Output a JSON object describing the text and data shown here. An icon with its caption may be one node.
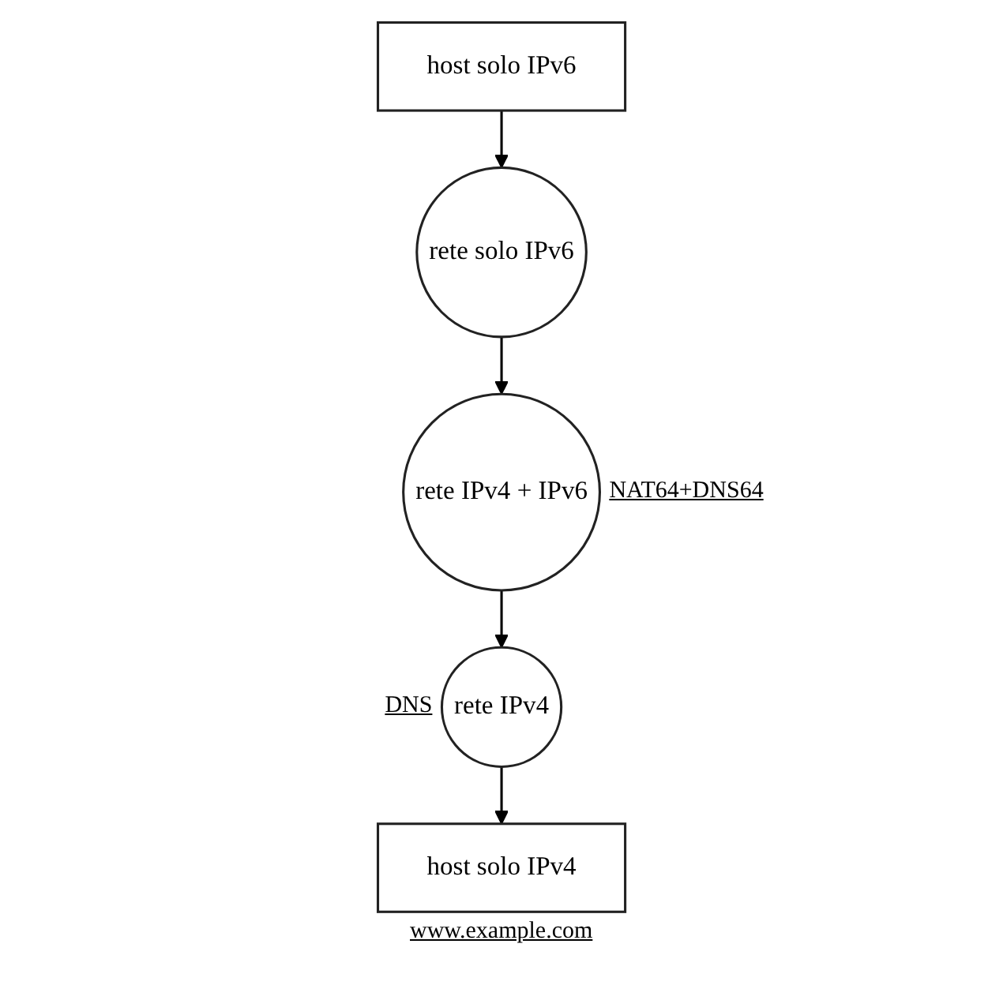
{
  "diagram": {
    "nodes": [
      {
        "text": [
          "host solo IPv6"
        ]
      },
      {
        "text": [
          "rete solo IPv6"
        ]
      },
      {
        "text": [
          "rete IPv4 + IPv6"
        ],
        "beside": [
          "NAT64+DNS64"
        ]
      },
      {
        "text": [
          "rete IPv4"
        ],
        "beside": [
          "DNS"
        ]
      },
      {
        "text": [
          "host solo IPv4"
        ],
        "beside": [
          "www.example.com"
        ]
      }
    ],
    "edges": [
      {
        "from": 0,
        "to": 1,
        "arrow": "to"
      },
      {
        "from": 1,
        "to": 2,
        "arrow": "to"
      },
      {
        "from": 2,
        "to": 3,
        "arrow": "to"
      },
      {
        "from": 3,
        "to": 4,
        "arrow": "to"
      }
    ]
  }
}
